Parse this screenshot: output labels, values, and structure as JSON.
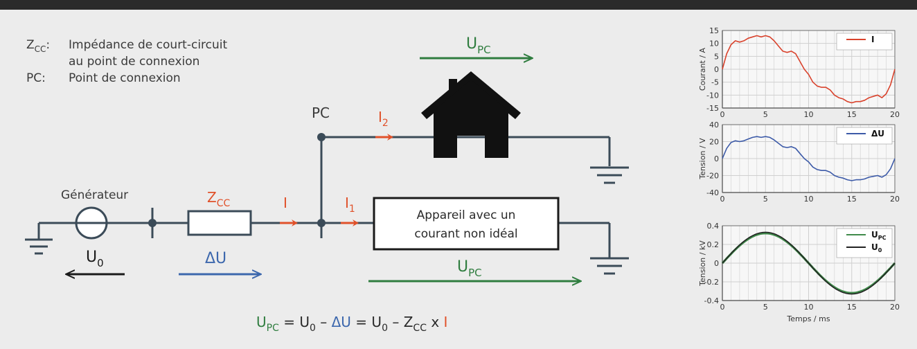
{
  "colors": {
    "wire": "#3b4b58",
    "current": "#e0512a",
    "upc_green": "#2f7d3f",
    "du_blue": "#3c67ad",
    "black": "#1a1a1a",
    "grid": "#cfcfcf",
    "trace_I": "#d9422c",
    "trace_dU": "#3c5aa8",
    "trace_upc": "#3f8a4a",
    "trace_u0": "#222222"
  },
  "legend": {
    "zcc_sym": "Z",
    "zcc_sub": "CC",
    "zcc_colon": ":",
    "zcc_desc1": "Impédance de court-circuit",
    "zcc_desc2": "au point de connexion",
    "pc_sym": "PC",
    "pc_colon": ":",
    "pc_desc": "Point de connexion"
  },
  "circuit": {
    "generator_label": "Générateur",
    "zcc_label": "Z",
    "zcc_sub": "CC",
    "pc_label": "PC",
    "i_label": "I",
    "i1_label": "I",
    "i1_sub": "1",
    "i2_label": "I",
    "i2_sub": "2",
    "device_line1": "Appareil avec un",
    "device_line2": "courant non idéal",
    "u0_label": "U",
    "u0_sub": "0",
    "du_label": "ΔU",
    "upc_label": "U",
    "upc_sub": "PC"
  },
  "equation": {
    "t1": "U",
    "t1_sub": "PC",
    "t2": " = U",
    "t2_sub": "0",
    "t3": " – ",
    "t4": "ΔU",
    "t5": " = U",
    "t5_sub": "0",
    "t6": " – Z",
    "t6_sub": "CC",
    "t7": " x ",
    "t8": "I"
  },
  "chart_data": [
    {
      "type": "line",
      "ylabel": "Courant / A",
      "xlabel": "",
      "xlim": [
        0,
        20
      ],
      "ylim": [
        -15,
        15
      ],
      "x_ticks": [
        "0",
        "5",
        "10",
        "15",
        "20"
      ],
      "y_ticks": [
        "15",
        "10",
        "5",
        "0",
        "-5",
        "-10",
        "-15"
      ],
      "grid": true,
      "legend_position": "top-right",
      "series": [
        {
          "name": "I",
          "x": [
            0,
            0.5,
            1,
            1.5,
            2,
            2.5,
            3,
            3.5,
            4,
            4.5,
            5,
            5.5,
            6,
            6.5,
            7,
            7.5,
            8,
            8.5,
            9,
            9.5,
            10,
            10.5,
            11,
            11.5,
            12,
            12.5,
            13,
            13.5,
            14,
            14.5,
            15,
            15.5,
            16,
            16.5,
            17,
            17.5,
            18,
            18.5,
            19,
            19.5,
            20
          ],
          "y": [
            0,
            6,
            9.5,
            11,
            10.5,
            11,
            12,
            12.5,
            13,
            12.5,
            13,
            12.5,
            11,
            9,
            7,
            6.5,
            7,
            6,
            3,
            0,
            -2,
            -5,
            -6.5,
            -7,
            -7,
            -8,
            -10,
            -11,
            -11.5,
            -12.5,
            -13,
            -12.5,
            -12.5,
            -12,
            -11,
            -10.5,
            -10,
            -11,
            -9.5,
            -6,
            0
          ]
        }
      ]
    },
    {
      "type": "line",
      "ylabel": "Tension / V",
      "xlabel": "",
      "xlim": [
        0,
        20
      ],
      "ylim": [
        -40,
        40
      ],
      "x_ticks": [
        "0",
        "5",
        "10",
        "15",
        "20"
      ],
      "y_ticks": [
        "40",
        "20",
        "0",
        "-20",
        "-40"
      ],
      "grid": true,
      "legend_position": "top-right",
      "series": [
        {
          "name": "ΔU",
          "x": [
            0,
            0.5,
            1,
            1.5,
            2,
            2.5,
            3,
            3.5,
            4,
            4.5,
            5,
            5.5,
            6,
            6.5,
            7,
            7.5,
            8,
            8.5,
            9,
            9.5,
            10,
            10.5,
            11,
            11.5,
            12,
            12.5,
            13,
            13.5,
            14,
            14.5,
            15,
            15.5,
            16,
            16.5,
            17,
            17.5,
            18,
            18.5,
            19,
            19.5,
            20
          ],
          "y": [
            0,
            12,
            19,
            21,
            20,
            21,
            23,
            25,
            26,
            25,
            26,
            25,
            22,
            18,
            14,
            13,
            14,
            12,
            6,
            0,
            -4,
            -10,
            -13,
            -14,
            -14,
            -16,
            -20,
            -22,
            -23,
            -25,
            -26,
            -25,
            -25,
            -24,
            -22,
            -21,
            -20,
            -22,
            -19,
            -12,
            0
          ]
        }
      ]
    },
    {
      "type": "line",
      "ylabel": "Tension / kV",
      "xlabel": "Temps / ms",
      "xlim": [
        0,
        20
      ],
      "ylim": [
        -0.4,
        0.4
      ],
      "x_ticks": [
        "0",
        "5",
        "10",
        "15",
        "20"
      ],
      "y_ticks": [
        "0.4",
        "0.2",
        "0",
        "-0.2",
        "-0.4"
      ],
      "grid": true,
      "legend_position": "top-right",
      "series": [
        {
          "name": "U",
          "name_sub": "PC",
          "amplitude": 0.32,
          "period_ms": 20
        },
        {
          "name": "U",
          "name_sub": "0",
          "amplitude": 0.33,
          "period_ms": 20
        }
      ]
    }
  ]
}
